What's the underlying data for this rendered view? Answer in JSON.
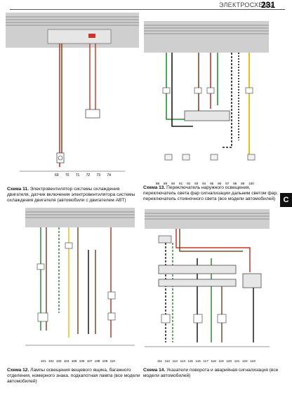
{
  "header": {
    "section_title": "ЭЛЕКТРОСХЕМЫ",
    "page_number": "231"
  },
  "side_tab": {
    "letter": "С"
  },
  "colors": {
    "red": "#c0392b",
    "brown": "#7a4b2a",
    "green": "#2e8b3a",
    "yellow": "#e8c20e",
    "black": "#1a1a1a",
    "gray": "#8a8a8a",
    "blue": "#2d5fa8",
    "white": "#ffffff",
    "panel_bg": "#cfcfcf"
  },
  "diagrams": [
    {
      "id": "11",
      "caption_label": "Схема 11.",
      "caption_text": "Электровентилятор системы охлаждения двигателя, датчик включения электровентилятора системы охлаждения двигателя (автомобили с двигателем ABT)",
      "bottom_numbers": [
        "69",
        "70",
        "71",
        "72",
        "73",
        "74"
      ]
    },
    {
      "id": "13",
      "caption_label": "Схема 13.",
      "caption_text": "Переключатель наружного освещения, переключатель света фар сигнализации дальним светом фар, переключатель стояночного света (все модели автомобилей)",
      "bottom_numbers": [
        "88",
        "89",
        "90",
        "91",
        "92",
        "93",
        "94",
        "95",
        "96",
        "97",
        "98",
        "99",
        "100"
      ]
    },
    {
      "id": "12",
      "caption_label": "Схема 12.",
      "caption_text": "Лампы освещения вещевого ящика, багажного отделения, номерного знака, подкапотная лампа (все модели автомобилей)",
      "bottom_numbers": [
        "101",
        "102",
        "103",
        "104",
        "105",
        "106",
        "107",
        "108",
        "109",
        "110"
      ]
    },
    {
      "id": "14",
      "caption_label": "Схема 14.",
      "caption_text": "Указатели поворота и аварийная сигнализация (все модели автомобилей)",
      "bottom_numbers": [
        "111",
        "112",
        "113",
        "114",
        "115",
        "116",
        "117",
        "118",
        "119",
        "120",
        "121",
        "122",
        "123"
      ]
    }
  ]
}
